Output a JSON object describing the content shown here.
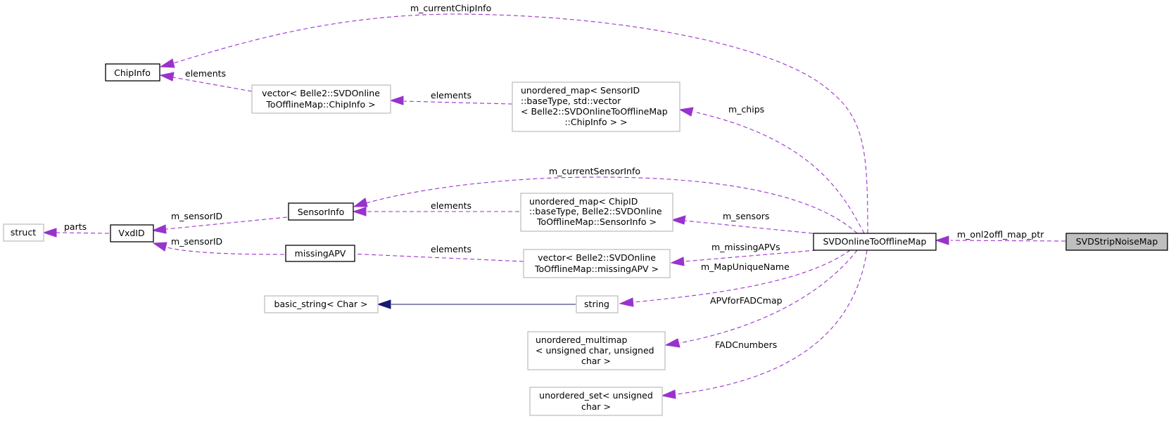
{
  "nodes": {
    "chipinfo": [
      "ChipInfo"
    ],
    "vector_chipinfo": [
      "vector< Belle2::SVDOnline",
      "ToOfflineMap::ChipInfo >"
    ],
    "unordered_map_sensorid": [
      "unordered_map< SensorID",
      "::baseType, std::vector",
      "< Belle2::SVDOnlineToOfflineMap",
      "::ChipInfo > >"
    ],
    "struct": [
      "struct"
    ],
    "vxdid": [
      "VxdID"
    ],
    "sensorinfo": [
      "SensorInfo"
    ],
    "unordered_map_chipid": [
      "unordered_map< ChipID",
      "::baseType, Belle2::SVDOnline",
      "ToOfflineMap::SensorInfo >"
    ],
    "missingapv": [
      "missingAPV"
    ],
    "vector_missingapv": [
      "vector< Belle2::SVDOnline",
      "ToOfflineMap::missingAPV >"
    ],
    "svdonlinetoofflinemap": [
      "SVDOnlineToOfflineMap"
    ],
    "svdstripnoisemap": [
      "SVDStripNoiseMap"
    ],
    "basic_string": [
      "basic_string< Char >"
    ],
    "string": [
      "string"
    ],
    "unordered_multimap": [
      "unordered_multimap",
      "< unsigned char, unsigned",
      "char >"
    ],
    "unordered_set": [
      "unordered_set< unsigned",
      "char >"
    ]
  },
  "edges": [
    {
      "from": "svdstripnoisemap",
      "to": "svdonlinetoofflinemap",
      "label": "m_onl2offl_map_ptr",
      "kind": "member"
    },
    {
      "from": "svdonlinetoofflinemap",
      "to": "chipinfo",
      "label": "m_currentChipInfo",
      "kind": "member"
    },
    {
      "from": "vector_chipinfo",
      "to": "chipinfo",
      "label": "elements",
      "kind": "member"
    },
    {
      "from": "unordered_map_sensorid",
      "to": "vector_chipinfo",
      "label": "elements",
      "kind": "member"
    },
    {
      "from": "svdonlinetoofflinemap",
      "to": "unordered_map_sensorid",
      "label": "m_chips",
      "kind": "member"
    },
    {
      "from": "svdonlinetoofflinemap",
      "to": "sensorinfo",
      "label": "m_currentSensorInfo",
      "kind": "member"
    },
    {
      "from": "unordered_map_chipid",
      "to": "sensorinfo",
      "label": "elements",
      "kind": "member"
    },
    {
      "from": "svdonlinetoofflinemap",
      "to": "unordered_map_chipid",
      "label": "m_sensors",
      "kind": "member"
    },
    {
      "from": "sensorinfo",
      "to": "vxdid",
      "label": "m_sensorID",
      "kind": "member"
    },
    {
      "from": "missingapv",
      "to": "vxdid",
      "label": "m_sensorID",
      "kind": "member"
    },
    {
      "from": "vxdid",
      "to": "struct",
      "label": "parts",
      "kind": "member"
    },
    {
      "from": "vector_missingapv",
      "to": "missingapv",
      "label": "elements",
      "kind": "member"
    },
    {
      "from": "svdonlinetoofflinemap",
      "to": "vector_missingapv",
      "label": "m_missingAPVs",
      "kind": "member"
    },
    {
      "from": "svdonlinetoofflinemap",
      "to": "string",
      "label": "m_MapUniqueName",
      "kind": "member"
    },
    {
      "from": "string",
      "to": "basic_string",
      "label": "",
      "kind": "inheritance"
    },
    {
      "from": "svdonlinetoofflinemap",
      "to": "unordered_multimap",
      "label": "APVforFADCmap",
      "kind": "member"
    },
    {
      "from": "svdonlinetoofflinemap",
      "to": "unordered_set",
      "label": "FADCnumbers",
      "kind": "member"
    }
  ],
  "colors": {
    "member_edge": "#9a32cd",
    "inheritance_edge": "#191970",
    "node_border_documented": "#000000",
    "node_border_external": "#bfbfbf",
    "focus_node_fill": "#bfbfbf"
  }
}
